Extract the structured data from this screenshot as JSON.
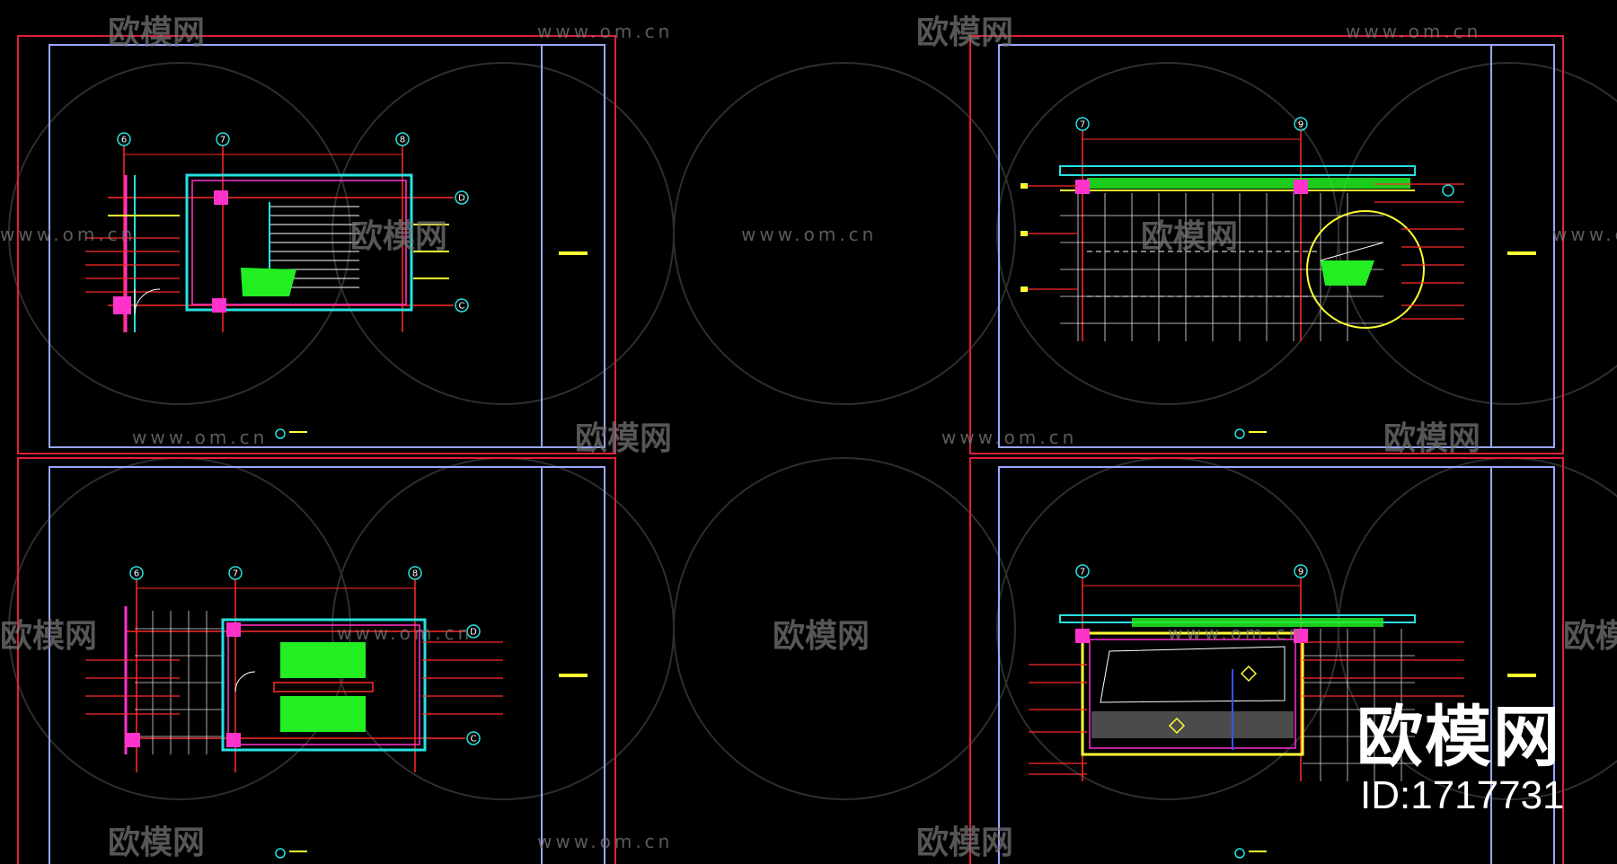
{
  "watermark": {
    "url": "www.om.cn",
    "name": "欧模网"
  },
  "brand": {
    "name": "欧模网",
    "id_text": "ID:1717731"
  },
  "colors": {
    "background": "#000000",
    "frame_outer": "#e0203a",
    "frame_inner": "#9aa6ff",
    "cad_red": "#ff2a2a",
    "cad_cyan": "#28e0e0",
    "cad_magenta": "#ff33cc",
    "cad_yellow": "#ffff33",
    "cad_green": "#22ee22",
    "cad_white": "#ffffff",
    "cad_blue": "#3355ff"
  },
  "drawings": [
    {
      "id": "top-left-plan",
      "grid_labels": [
        "6",
        "7",
        "8",
        "D",
        "C"
      ]
    },
    {
      "id": "top-right-plan",
      "grid_labels": [
        "7",
        "9"
      ]
    },
    {
      "id": "bottom-left-plan",
      "grid_labels": [
        "6",
        "7",
        "8",
        "D",
        "C"
      ]
    },
    {
      "id": "bottom-right-plan",
      "grid_labels": [
        "7",
        "9"
      ]
    }
  ]
}
